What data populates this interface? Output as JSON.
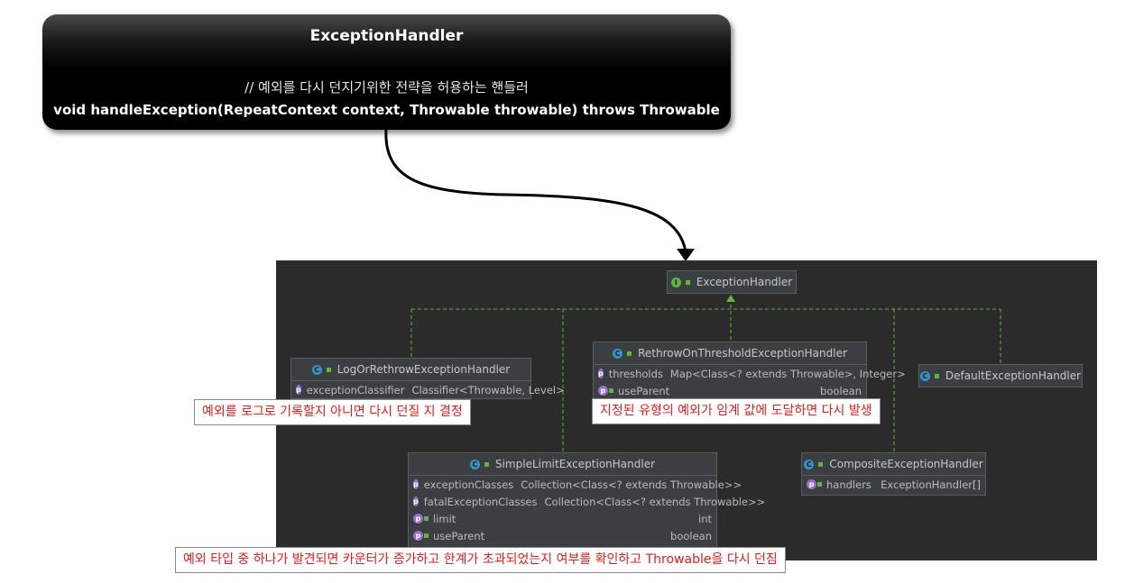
{
  "callout": {
    "title": "ExceptionHandler",
    "comment": "// 예외를 다시 던지기위한 전략을 허용하는 핸들러",
    "signature": "void handleException(RepeatContext context, Throwable throwable) throws Throwable"
  },
  "diagram": {
    "interface": {
      "name": "ExceptionHandler",
      "badge": "I"
    },
    "classes": {
      "log": {
        "name": "LogOrRethrowExceptionHandler",
        "badge": "C",
        "fields": [
          {
            "name": "exceptionClassifier",
            "type": "Classifier<Throwable, Level>"
          }
        ]
      },
      "threshold": {
        "name": "RethrowOnThresholdExceptionHandler",
        "badge": "C",
        "fields": [
          {
            "name": "thresholds",
            "type": "Map<Class<? extends Throwable>, Integer>"
          },
          {
            "name": "useParent",
            "type": "boolean"
          }
        ]
      },
      "default": {
        "name": "DefaultExceptionHandler",
        "badge": "C"
      },
      "simple": {
        "name": "SimpleLimitExceptionHandler",
        "badge": "C",
        "fields": [
          {
            "name": "exceptionClasses",
            "type": "Collection<Class<? extends Throwable>>"
          },
          {
            "name": "fatalExceptionClasses",
            "type": "Collection<Class<? extends Throwable>>"
          },
          {
            "name": "limit",
            "type": "int"
          },
          {
            "name": "useParent",
            "type": "boolean"
          }
        ]
      },
      "composite": {
        "name": "CompositeExceptionHandler",
        "badge": "C",
        "fields": [
          {
            "name": "handlers",
            "type": "ExceptionHandler[]"
          }
        ]
      }
    },
    "field_badge": "p"
  },
  "notes": {
    "log": "예외를 로그로 기록할지 아니면 다시 던질 지 결정",
    "threshold": "지정된 유형의 예외가 임계 값에 도달하면 다시 발생",
    "simple": "예외 타입 중 하나가 발견되면 카운터가 증가하고 한계가 초과되었는지 여부를 확인하고 Throwable을 다시 던짐"
  },
  "colors": {
    "panel_bg": "#2b2b2b",
    "class_bg": "#3c3f41",
    "relation": "#62b543",
    "note_text": "#e31c1c",
    "class_badge": "#3592c4",
    "interface_badge": "#62b543",
    "field_badge": "#9a6dcf"
  }
}
